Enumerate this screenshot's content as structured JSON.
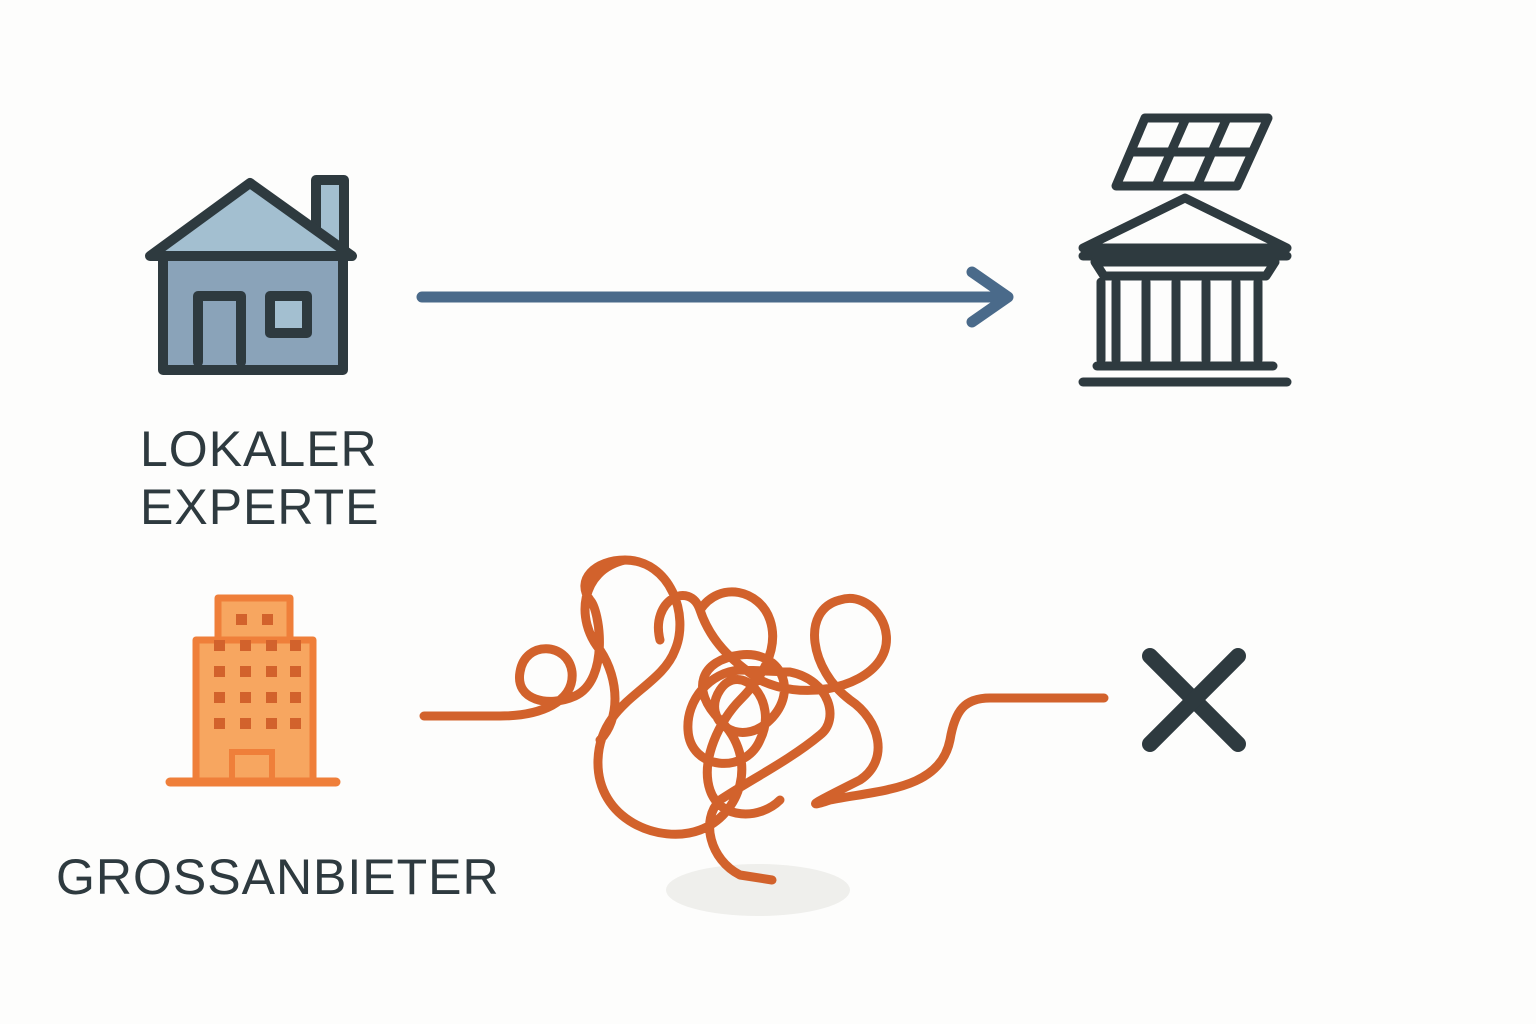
{
  "labels": {
    "local_expert_line1": "LOKALER",
    "local_expert_line2": "EXPERTE",
    "large_provider": "GROSSANBIETER"
  },
  "icons": {
    "local_house": "house-icon",
    "target": "solar-panel-building-icon",
    "large_provider": "office-building-icon",
    "failure": "x-icon"
  },
  "colors": {
    "ink": "#2e3a3f",
    "house_roof": "#a3bfd0",
    "house_wall": "#8aa3b9",
    "direct_arrow": "#4a6a8a",
    "tangle": "#d2622c",
    "office_fill": "#f7a660",
    "office_stroke": "#ef7f3a",
    "shadow": "#efefec"
  }
}
